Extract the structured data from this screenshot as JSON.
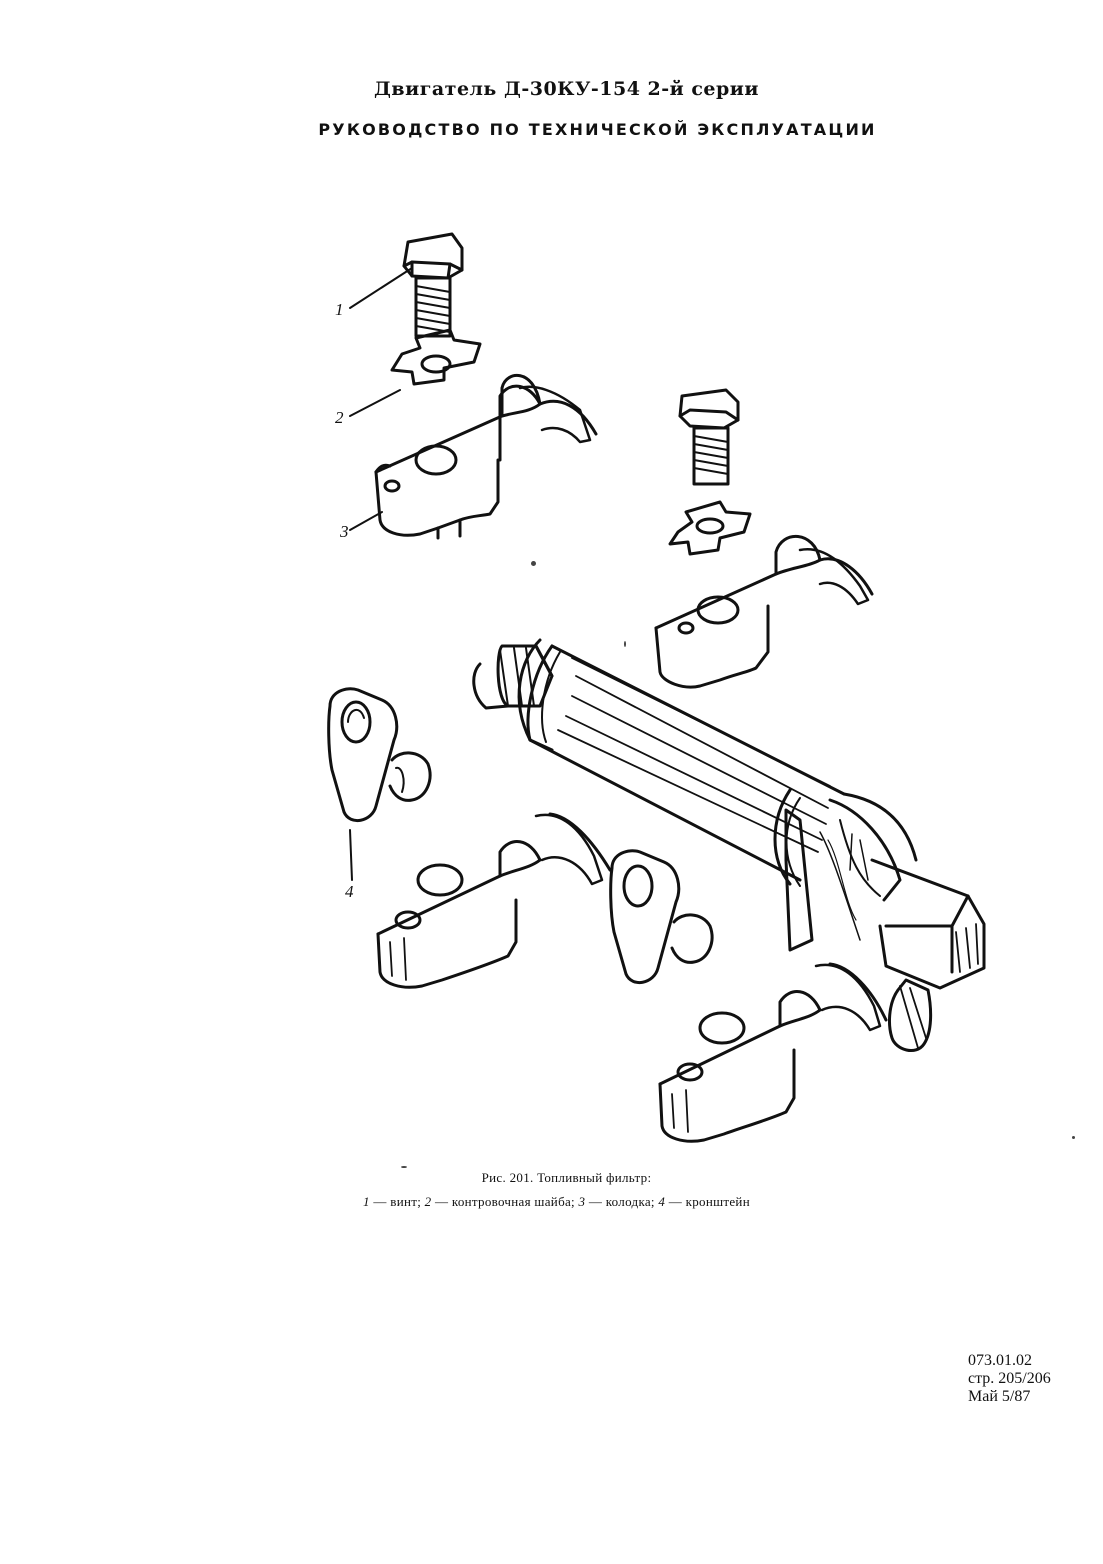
{
  "header": {
    "title": "Двигатель Д-30КУ-154 2-й серии",
    "subtitle": "РУКОВОДСТВО ПО ТЕХНИЧЕСКОЙ ЭКСПЛУАТАЦИИ"
  },
  "figure": {
    "callouts": [
      "1",
      "2",
      "3",
      "4"
    ]
  },
  "caption": {
    "title": "Рис. 201. Топливный фильтр:",
    "items": [
      {
        "num": "1",
        "text": " — винт; "
      },
      {
        "num": "2",
        "text": " — контровочная шайба; "
      },
      {
        "num": "3",
        "text": " — колодка; "
      },
      {
        "num": "4",
        "text": " — кронштейн"
      }
    ]
  },
  "doc_ref": {
    "code": "073.01.02",
    "page": "стр. 205/206",
    "date": "Май 5/87"
  }
}
